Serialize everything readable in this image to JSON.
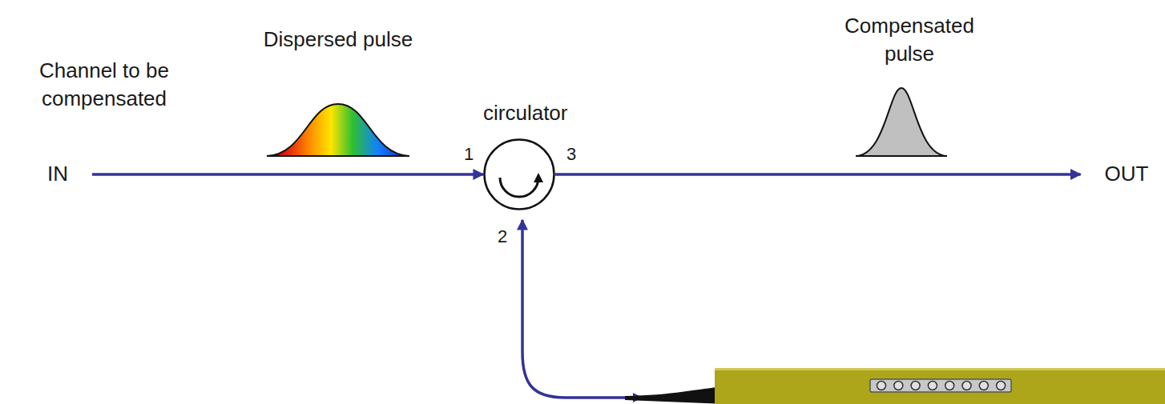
{
  "diagram": {
    "nodes": [
      {
        "text": [
          "IN"
        ]
      },
      {
        "text": [
          "circulator"
        ]
      },
      {
        "text": [
          "OUT"
        ]
      }
    ],
    "edges": [
      {
        "from": 0,
        "to": 1,
        "arrow": "to"
      },
      {
        "from": 1,
        "to": 2,
        "arrow": "to"
      }
    ],
    "labels": [
      "Channel to be compensated",
      "Dispersed pulse",
      "Compensated pulse",
      "1",
      "3",
      "2"
    ]
  }
}
